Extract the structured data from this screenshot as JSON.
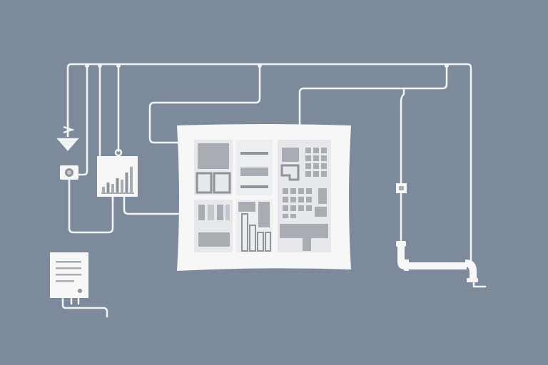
{
  "palette": {
    "background": "#7d8a9c",
    "line": "#f2f3f5",
    "panel": "#f7f7f8",
    "cell": "#e6e8eb",
    "block": "#a9adb3",
    "block_light": "#c3c6cb",
    "block_dark": "#8f939a"
  },
  "icons": {
    "ground": "ground-symbol-icon",
    "outlet": "wall-outlet-icon",
    "meter": "bar-chart-meter-icon",
    "document": "document-device-icon",
    "valve": "pipe-valve-icon",
    "pipe": "pipe-elbow-icon",
    "board": "floor-plan-board-icon"
  },
  "meter_bars": [
    0.2,
    0.35,
    0.3,
    0.5,
    0.45,
    0.7,
    0.9
  ],
  "document_lines": 4
}
